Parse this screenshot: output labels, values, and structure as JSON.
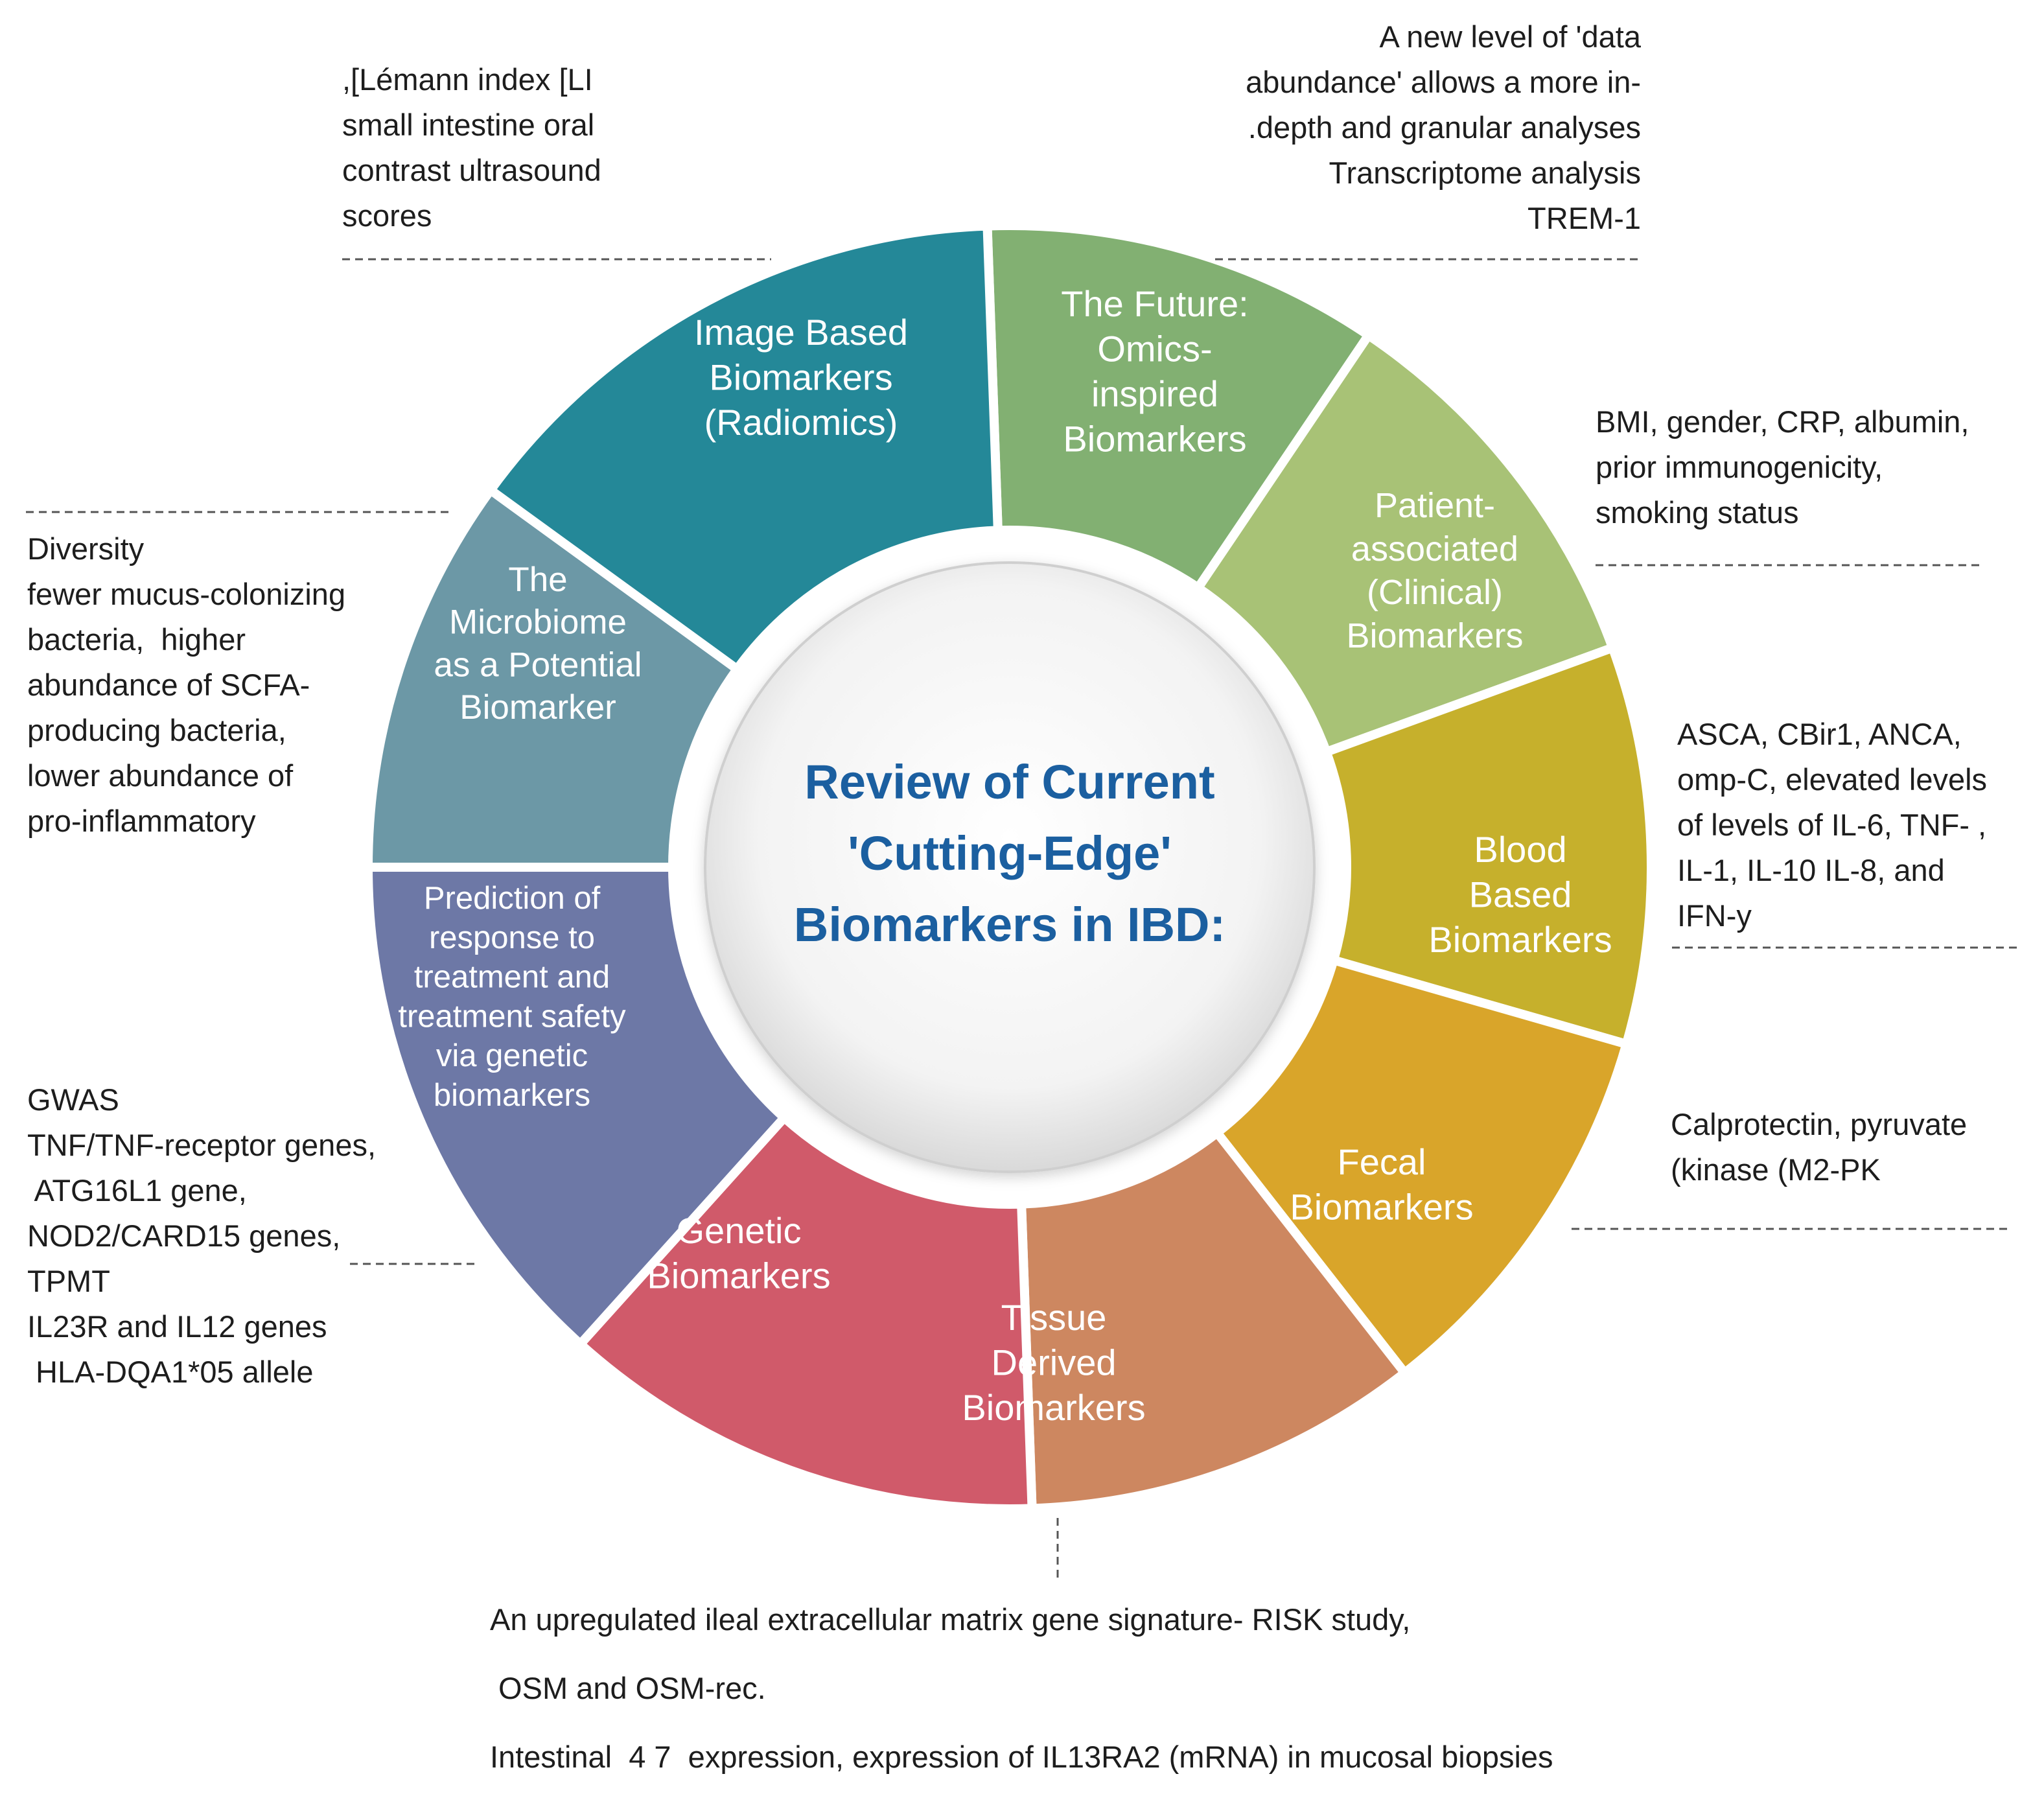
{
  "center": {
    "title_lines": [
      "Review of Current",
      "'Cutting-Edge'",
      "Biomarkers in IBD:"
    ],
    "color": "#1b5fa0"
  },
  "segments": [
    {
      "id": "future",
      "lines": [
        "The Future:",
        "Omics-",
        "inspired",
        "Biomarkers"
      ],
      "color": "#82b072"
    },
    {
      "id": "patient",
      "lines": [
        "Patient-",
        "associated",
        "(Clinical)",
        "Biomarkers"
      ],
      "color": "#a8c276"
    },
    {
      "id": "blood",
      "lines": [
        "Blood",
        "Based",
        "Biomarkers"
      ],
      "color": "#c6b02c"
    },
    {
      "id": "fecal",
      "lines": [
        "Fecal",
        "Biomarkers"
      ],
      "color": "#d9a52a"
    },
    {
      "id": "tissue",
      "lines": [
        "Tissue",
        "Derived",
        "Biomarkers"
      ],
      "color": "#cd8760"
    },
    {
      "id": "genetic",
      "lines": [
        "Genetic",
        "Biomarkers"
      ],
      "color": "#d05a6a"
    },
    {
      "id": "prediction",
      "lines": [
        "Prediction of",
        "response to",
        "treatment and",
        "treatment safety",
        "via genetic",
        "biomarkers"
      ],
      "color": "#6d78a6"
    },
    {
      "id": "microbiome",
      "lines": [
        "The",
        "Microbiome",
        "as a Potential",
        "Biomarker"
      ],
      "color": "#6c98a6"
    },
    {
      "id": "image",
      "lines": [
        "Image Based",
        "Biomarkers",
        "(Radiomics)"
      ],
      "color": "#248898"
    }
  ],
  "annotations": {
    "image": ",[Lémann index [LI\nsmall intestine oral\ncontrast ultrasound\nscores",
    "future": "A new level of 'data\nabundance' allows a more in-\n.depth and granular analyses\nTranscriptome analysis\nTREM-1",
    "patient": "BMI, gender, CRP, albumin,\nprior immunogenicity,\nsmoking status",
    "microbiome": "Diversity\nfewer mucus-colonizing\nbacteria,  higher\nabundance of SCFA-\nproducing bacteria,\nlower abundance of\npro-inflammatory",
    "blood": "ASCA, CBir1, ANCA,\nomp-C, elevated levels\nof levels of IL-6, TNF- ,\nIL-1, IL-10 IL-8, and\nIFN-y",
    "fecal": "Calprotectin, pyruvate\n(kinase (M2-PK",
    "genetic": "GWAS\nTNF/TNF-receptor genes,\n ATG16L1 gene,\nNOD2/CARD15 genes,\nTPMT\nIL23R and IL12 genes\n HLA-DQA1*05 allele",
    "tissue_1": "An upregulated ileal extracellular matrix gene signature- RISK study,",
    "tissue_2": " OSM and OSM-rec.",
    "tissue_3": "Intestinal  4 7  expression, expression of IL13RA2 (mRNA) in mucosal biopsies"
  }
}
